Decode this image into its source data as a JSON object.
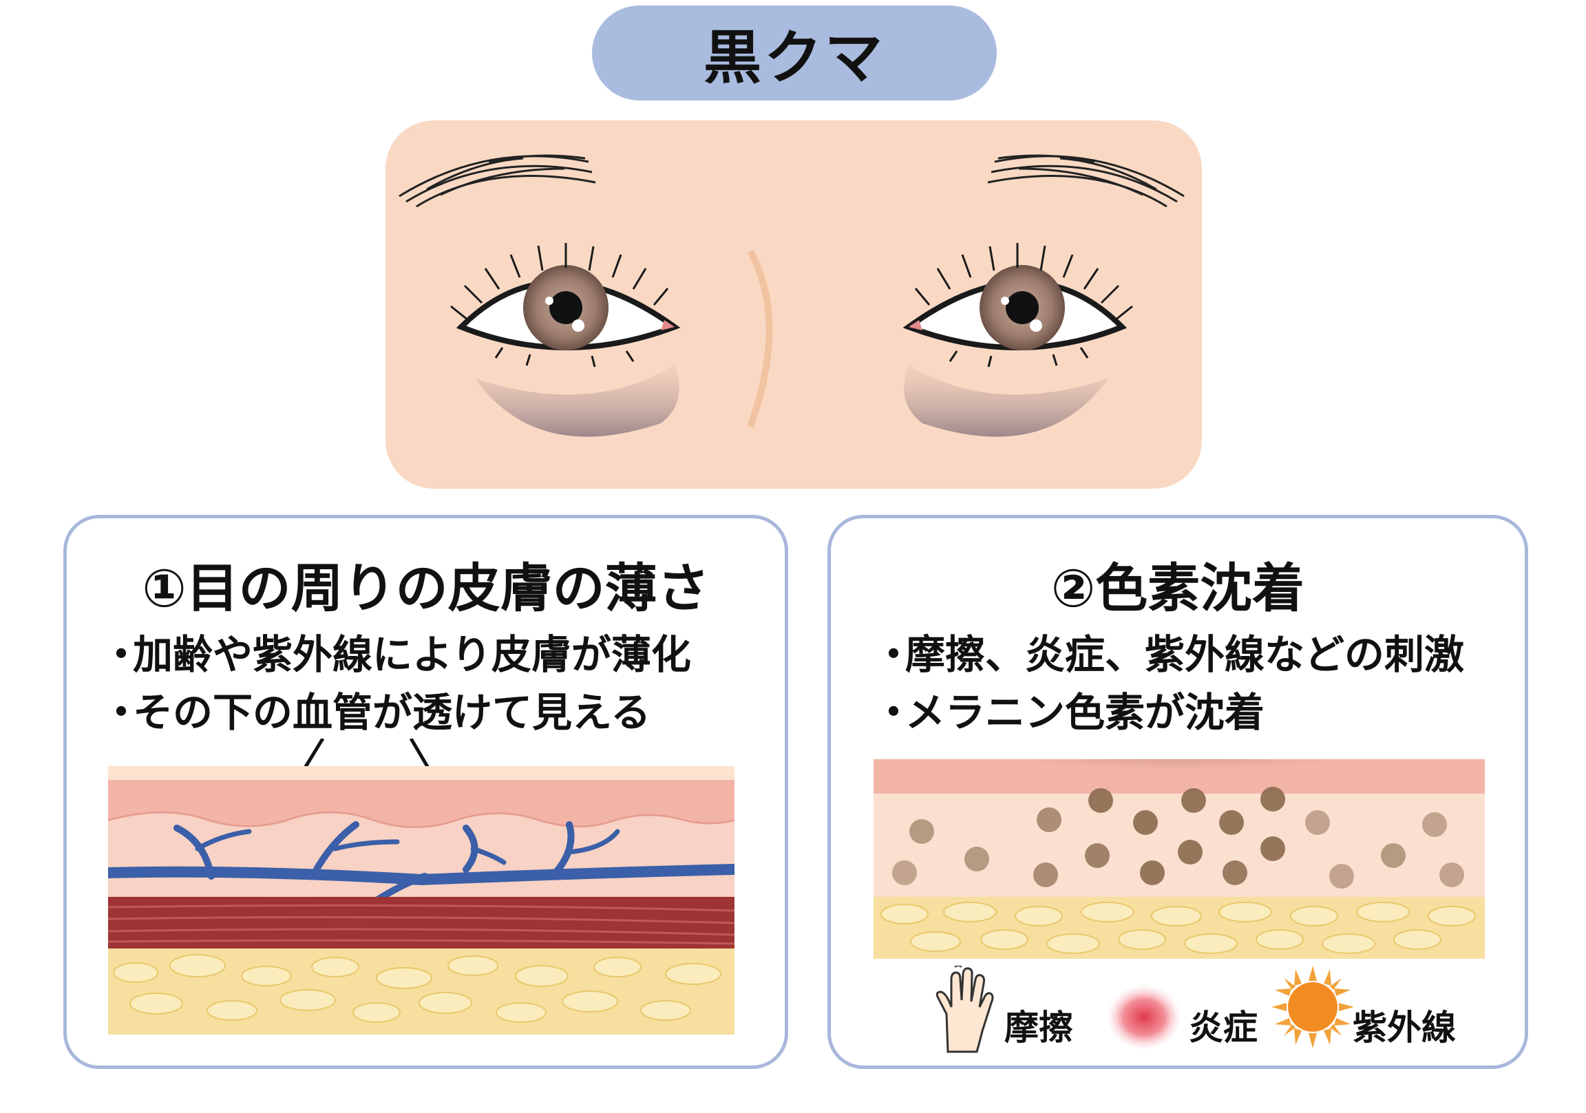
{
  "title": "黒クマ",
  "left_panel": {
    "heading": "①目の周りの皮膚の薄さ",
    "bullets": [
      "加齢や紫外線により皮膚が薄化",
      "その下の血管が透けて見える"
    ]
  },
  "right_panel": {
    "heading": "②色素沈着",
    "bullets": [
      "摩擦、炎症、紫外線などの刺激",
      "メラニン色素が沈着"
    ],
    "legend": [
      {
        "label": "摩擦",
        "icon": "hand-icon"
      },
      {
        "label": "炎症",
        "icon": "inflammation-icon"
      },
      {
        "label": "紫外線",
        "icon": "sun-icon"
      }
    ]
  },
  "colors": {
    "title_pill": "#a9bbde",
    "panel_border": "#a8b7da",
    "skin": "#f9d9c4",
    "epidermis": "#f2b4a6",
    "dermis": "#f8d2c4",
    "vessel": "#3b5fa8",
    "muscle": "#9e3434",
    "fat": "#f4d78c",
    "melanin": "#8b6a4e",
    "sun": "#f29a2e"
  }
}
